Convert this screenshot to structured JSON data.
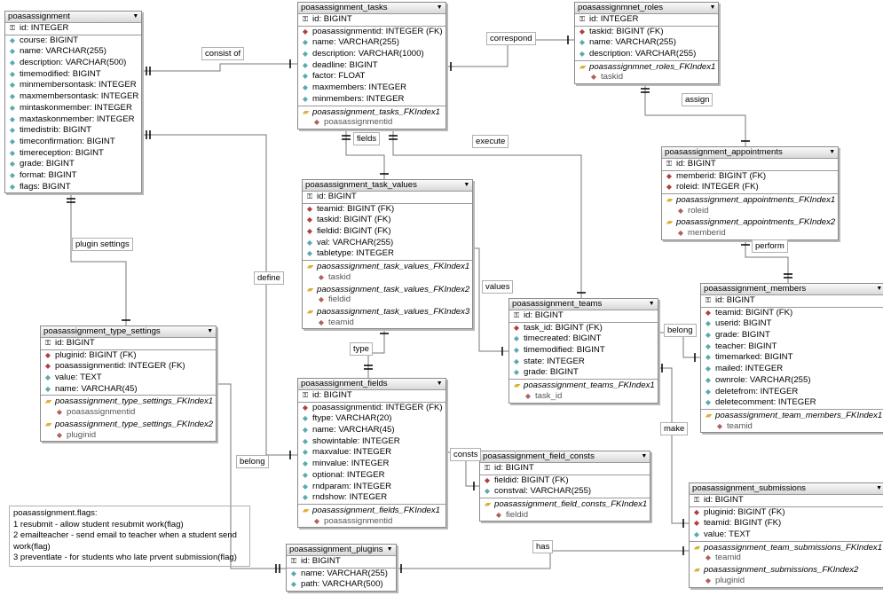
{
  "entities": [
    {
      "name": "poasassignment",
      "pk": "id: INTEGER",
      "cols": [
        [
          "course: BIGINT",
          0
        ],
        [
          "name: VARCHAR(255)",
          0
        ],
        [
          "description: VARCHAR(500)",
          0
        ],
        [
          "timemodified: BIGINT",
          0
        ],
        [
          "minmembersontask: INTEGER",
          0
        ],
        [
          "maxmembersontask: INTEGER",
          0
        ],
        [
          "mintaskonmember: INTEGER",
          0
        ],
        [
          "maxtaskonmember: INTEGER",
          0
        ],
        [
          "timedistrib: BIGINT",
          0
        ],
        [
          "timeconfirmation: BIGINT",
          0
        ],
        [
          "timereception: BIGINT",
          0
        ],
        [
          "grade: BIGINT",
          0
        ],
        [
          "format: BIGINT",
          0
        ],
        [
          "flags: BIGINT",
          0
        ]
      ],
      "indexes": []
    },
    {
      "name": "poasassignment_tasks",
      "pk": "id: BIGINT",
      "cols": [
        [
          "poasassignmentid: INTEGER (FK)",
          1
        ],
        [
          "name: VARCHAR(255)",
          0
        ],
        [
          "description: VARCHAR(1000)",
          0
        ],
        [
          "deadline: BIGINT",
          0
        ],
        [
          "factor: FLOAT",
          0
        ],
        [
          "maxmembers: INTEGER",
          0
        ],
        [
          "minmembers: INTEGER",
          0
        ]
      ],
      "indexes": [
        {
          "name": "poasassignment_tasks_FKIndex1",
          "cols": [
            "poasassignmentid"
          ]
        }
      ]
    },
    {
      "name": "poasassignmnet_roles",
      "pk": "id: INTEGER",
      "cols": [
        [
          "taskid: BIGINT (FK)",
          1
        ],
        [
          "name: VARCHAR(255)",
          0
        ],
        [
          "description: VARCHAR(255)",
          0
        ]
      ],
      "indexes": [
        {
          "name": "poasassignmnet_roles_FKIndex1",
          "cols": [
            "taskid"
          ]
        }
      ]
    },
    {
      "name": "poasassignment_appointments",
      "pk": "id: BIGINT",
      "cols": [
        [
          "memberid: BIGINT (FK)",
          1
        ],
        [
          "roleid: INTEGER (FK)",
          1
        ]
      ],
      "indexes": [
        {
          "name": "poasassignment_appointments_FKIndex1",
          "cols": [
            "roleid"
          ]
        },
        {
          "name": "poasassignment_appointments_FKIndex2",
          "cols": [
            "memberid"
          ]
        }
      ]
    },
    {
      "name": "poasassignment_task_values",
      "pk": "id: BIGINT",
      "cols": [
        [
          "teamid: BIGINT (FK)",
          1
        ],
        [
          "taskid: BIGINT (FK)",
          1
        ],
        [
          "fieldid: BIGINT (FK)",
          1
        ],
        [
          "val: VARCHAR(255)",
          0
        ],
        [
          "tabletype: INTEGER",
          0
        ]
      ],
      "indexes": [
        {
          "name": "paosassignment_task_values_FKIndex1",
          "cols": [
            "taskid"
          ]
        },
        {
          "name": "paosassignment_task_values_FKIndex2",
          "cols": [
            "fieldid"
          ]
        },
        {
          "name": "paosassignment_task_values_FKIndex3",
          "cols": [
            "teamid"
          ]
        }
      ]
    },
    {
      "name": "poasassignment_teams",
      "pk": "id: BIGINT",
      "cols": [
        [
          "task_id: BIGINT (FK)",
          1
        ],
        [
          "timecreated: BIGINT",
          0
        ],
        [
          "timemodified: BIGINT",
          0
        ],
        [
          "state: INTEGER",
          0
        ],
        [
          "grade: BIGINT",
          0
        ]
      ],
      "indexes": [
        {
          "name": "poasassignment_teams_FKIndex1",
          "cols": [
            "task_id"
          ]
        }
      ]
    },
    {
      "name": "poasassignment_members",
      "pk": "id: BIGINT",
      "cols": [
        [
          "teamid: BIGINT (FK)",
          1
        ],
        [
          "userid: BIGINT",
          0
        ],
        [
          "grade: BIGINT",
          0
        ],
        [
          "teacher: BIGINT",
          0
        ],
        [
          "timemarked: BIGINT",
          0
        ],
        [
          "mailed: INTEGER",
          0
        ],
        [
          "ownrole: VARCHAR(255)",
          0
        ],
        [
          "deletefrom: INTEGER",
          0
        ],
        [
          "deletecomment: INTEGER",
          0
        ]
      ],
      "indexes": [
        {
          "name": "poasassignment_team_members_FKIndex1",
          "cols": [
            "teamid"
          ]
        }
      ]
    },
    {
      "name": "poasassignment_type_settings",
      "pk": "id: BIGINT",
      "cols": [
        [
          "pluginid: BIGINT (FK)",
          1
        ],
        [
          "poasassignmentid: INTEGER (FK)",
          1
        ],
        [
          "value: TEXT",
          0
        ],
        [
          "name: VARCHAR(45)",
          0
        ]
      ],
      "indexes": [
        {
          "name": "poasassignment_type_settings_FKIndex1",
          "cols": [
            "poasassignmentid"
          ]
        },
        {
          "name": "poasassignment_type_settings_FKIndex2",
          "cols": [
            "pluginid"
          ]
        }
      ]
    },
    {
      "name": "poasassignment_fields",
      "pk": "id: BIGINT",
      "cols": [
        [
          "poasassignmentid: INTEGER (FK)",
          1
        ],
        [
          "ftype: VARCHAR(20)",
          0
        ],
        [
          "name: VARCHAR(45)",
          0
        ],
        [
          "showintable: INTEGER",
          0
        ],
        [
          "maxvalue: INTEGER",
          0
        ],
        [
          "minvalue: INTEGER",
          0
        ],
        [
          "optional: INTEGER",
          0
        ],
        [
          "rndparam: INTEGER",
          0
        ],
        [
          "rndshow: INTEGER",
          0
        ]
      ],
      "indexes": [
        {
          "name": "poasassignment_fields_FKIndex1",
          "cols": [
            "poasassignmentid"
          ]
        }
      ]
    },
    {
      "name": "poasassignment_field_consts",
      "pk": "id: BIGINT",
      "cols": [
        [
          "fieldid: BIGINT (FK)",
          1
        ],
        [
          "constval: VARCHAR(255)",
          0
        ]
      ],
      "indexes": [
        {
          "name": "poasassignment_field_consts_FKIndex1",
          "cols": [
            "fieldid"
          ]
        }
      ]
    },
    {
      "name": "poasassignment_submissions",
      "pk": "id: BIGINT",
      "cols": [
        [
          "pluginid: BIGINT (FK)",
          1
        ],
        [
          "teamid: BIGINT (FK)",
          1
        ],
        [
          "value: TEXT",
          0
        ]
      ],
      "indexes": [
        {
          "name": "poasassignment_team_submissions_FKIndex1",
          "cols": [
            "teamid"
          ]
        },
        {
          "name": "poasassignment_submissions_FKIndex2",
          "cols": [
            "pluginid"
          ]
        }
      ]
    },
    {
      "name": "poasassignment_plugins",
      "pk": "id: BIGINT",
      "cols": [
        [
          "name: VARCHAR(255)",
          0
        ],
        [
          "path: VARCHAR(500)",
          0
        ]
      ],
      "indexes": []
    }
  ],
  "relations": [
    "consist of",
    "correspond",
    "assign",
    "fields",
    "execute",
    "perform",
    "plugin settings",
    "define",
    "values",
    "type",
    "belong",
    "belong",
    "consts",
    "make",
    "has"
  ],
  "note": [
    "poasassignment.flags:",
    "1 resubmit - allow student resubmit work(flag)",
    "2 emailteacher - send email to teacher when a student send work(flag)",
    "3 preventlate -  for students who late prvent submission(flag)"
  ]
}
